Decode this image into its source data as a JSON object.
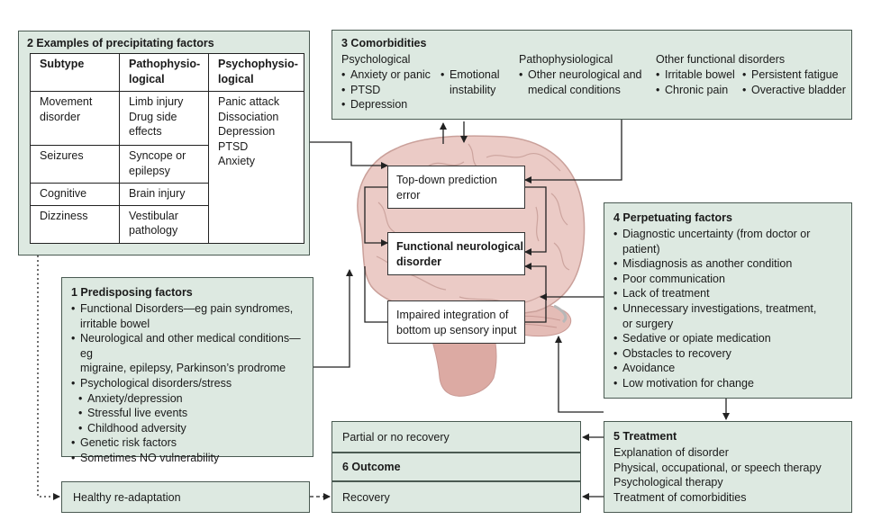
{
  "precipitating": {
    "title": "2 Examples of precipitating factors",
    "headers": [
      "Subtype",
      "Pathophysio-\nlogical",
      "Psychophysio-\nlogical"
    ],
    "rows": [
      {
        "subtype": "Movement\ndisorder",
        "patho": "Limb injury\nDrug side\neffects"
      },
      {
        "subtype": "Seizures",
        "patho": "Syncope or\nepilepsy"
      },
      {
        "subtype": "Cognitive",
        "patho": "Brain injury"
      },
      {
        "subtype": "Dizziness",
        "patho": "Vestibular\npathology"
      }
    ],
    "psycho": "Panic attack\nDissociation\nDepression\nPTSD\nAnxiety"
  },
  "comorbidities": {
    "title": "3 Comorbidities",
    "psychological_label": "Psychological",
    "psychological_col1": [
      "Anxiety or panic",
      "PTSD",
      "Depression"
    ],
    "psychological_col2": [
      "Emotional\ninstability"
    ],
    "patho_label": "Pathophysiological",
    "patho_items": [
      "Other neurological and\nmedical conditions"
    ],
    "functional_label": "Other functional disorders",
    "functional_col1": [
      "Irritable bowel",
      "Chronic pain"
    ],
    "functional_col2": [
      "Persistent fatigue",
      "Overactive bladder"
    ]
  },
  "center": {
    "top_down": "Top-down prediction\nerror",
    "fnd": "Functional neurological\ndisorder",
    "impaired": "Impaired integration of\nbottom up sensory input"
  },
  "perpetuating": {
    "title": "4 Perpetuating factors",
    "items": [
      "Diagnostic uncertainty (from doctor or\npatient)",
      "Misdiagnosis as another condition",
      "Poor communication",
      "Lack of treatment",
      "Unnecessary investigations, treatment,\nor surgery",
      "Sedative or opiate medication",
      "Obstacles to recovery",
      "Avoidance",
      "Low motivation for change"
    ]
  },
  "predisposing": {
    "title": "1 Predisposing factors",
    "items": [
      {
        "text": "Functional Disorders—eg pain syndromes,\nirritable bowel",
        "level": 0
      },
      {
        "text": "Neurological and other medical conditions—eg\nmigraine, epilepsy, Parkinson’s prodrome",
        "level": 0
      },
      {
        "text": "Psychological disorders/stress",
        "level": 0
      },
      {
        "text": "Anxiety/depression",
        "level": 1
      },
      {
        "text": "Stressful live events",
        "level": 1
      },
      {
        "text": "Childhood adversity",
        "level": 1
      },
      {
        "text": "Genetic risk factors",
        "level": 0
      },
      {
        "text": "Sometimes NO vulnerability",
        "level": 0
      }
    ]
  },
  "treatment": {
    "title": "5 Treatment",
    "lines": [
      "Explanation of disorder",
      "Physical, occupational, or speech therapy",
      "Psychological therapy",
      "Treatment of comorbidities"
    ]
  },
  "outcome": {
    "title": "6 Outcome",
    "partial": "Partial or no recovery",
    "recovery": "Recovery"
  },
  "healthy": "Healthy re-adaptation",
  "colors": {
    "panel_fill": "#dde9e1",
    "panel_border": "#4a5a52",
    "brain": "#e8c8c4",
    "brain_dark": "#c99a95",
    "stem": "#d8a8a2"
  }
}
